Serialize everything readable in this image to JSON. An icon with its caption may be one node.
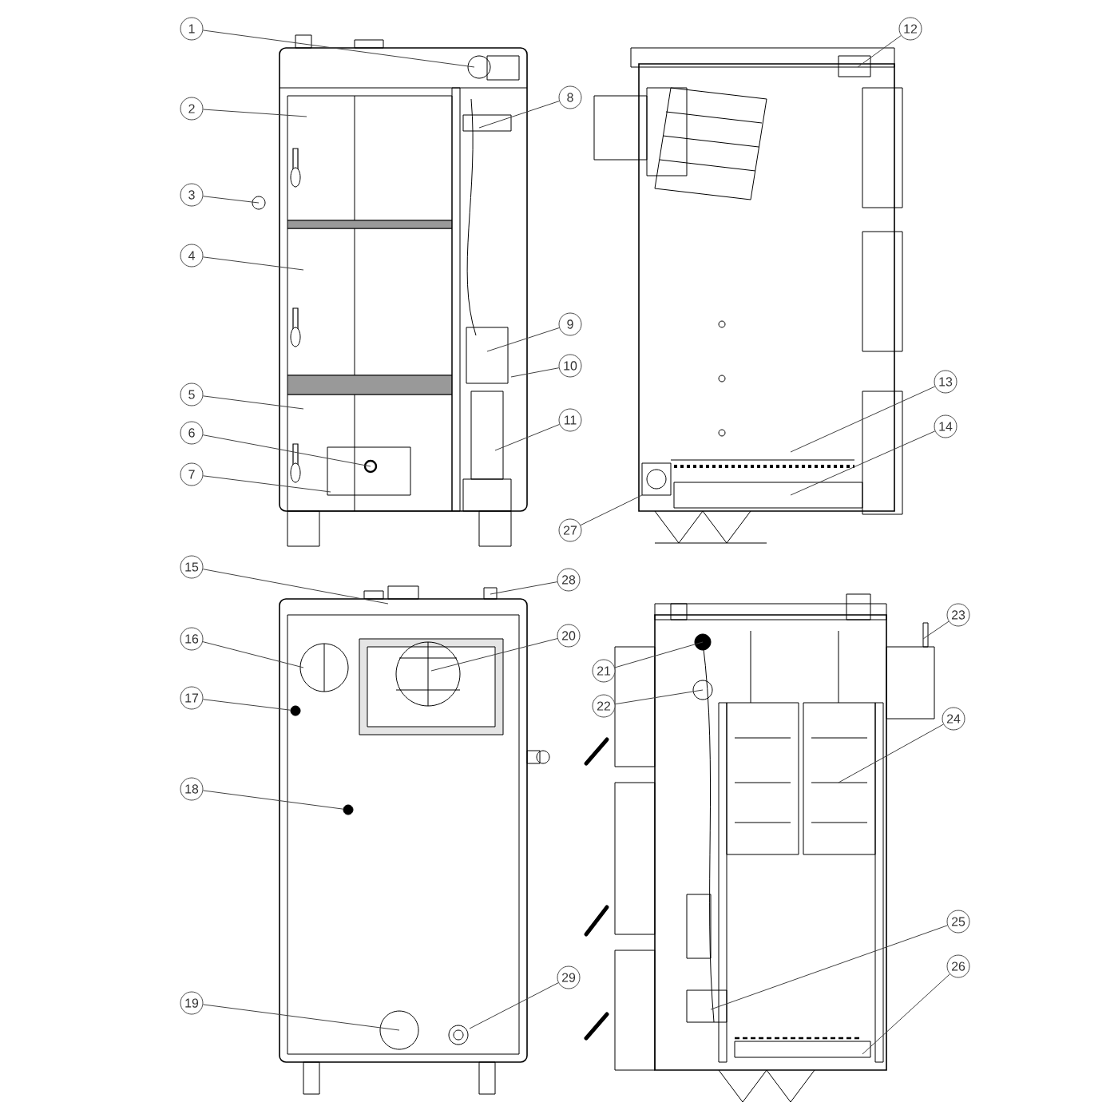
{
  "diagram": {
    "nodes": [
      {
        "text": [
          "1"
        ]
      },
      {
        "text": [
          "2"
        ]
      },
      {
        "text": [
          "3"
        ]
      },
      {
        "text": [
          "4"
        ]
      },
      {
        "text": [
          "5"
        ]
      },
      {
        "text": [
          "6"
        ]
      },
      {
        "text": [
          "7"
        ]
      },
      {
        "text": [
          "8"
        ]
      },
      {
        "text": [
          "9"
        ]
      },
      {
        "text": [
          "10"
        ]
      },
      {
        "text": [
          "11"
        ]
      },
      {
        "text": [
          "12"
        ]
      },
      {
        "text": [
          "13"
        ]
      },
      {
        "text": [
          "14"
        ]
      },
      {
        "text": [
          "15"
        ]
      },
      {
        "text": [
          "16"
        ]
      },
      {
        "text": [
          "17"
        ]
      },
      {
        "text": [
          "18"
        ]
      },
      {
        "text": [
          "19"
        ]
      },
      {
        "text": [
          "20"
        ]
      },
      {
        "text": [
          "21"
        ]
      },
      {
        "text": [
          "22"
        ]
      },
      {
        "text": [
          "23"
        ]
      },
      {
        "text": [
          "24"
        ]
      },
      {
        "text": [
          "25"
        ]
      },
      {
        "text": [
          "26"
        ]
      },
      {
        "text": [
          "27"
        ]
      },
      {
        "text": [
          "28"
        ]
      },
      {
        "text": [
          "29"
        ]
      },
      {
        "text": [],
        "shape": "circle"
      },
      {
        "text": [],
        "shape": "circle"
      }
    ],
    "edges": [
      {
        "from": 0,
        "to": null,
        "arrow": "none"
      },
      {
        "from": 1,
        "to": null,
        "arrow": "none"
      },
      {
        "from": 2,
        "to": null,
        "arrow": "none"
      },
      {
        "from": 3,
        "to": null,
        "arrow": "none"
      },
      {
        "from": 4,
        "to": null,
        "arrow": "none"
      },
      {
        "from": 5,
        "to": null,
        "arrow": "none"
      },
      {
        "from": 6,
        "to": null,
        "arrow": "none"
      },
      {
        "from": 7,
        "to": null,
        "arrow": "none"
      },
      {
        "from": 8,
        "to": null,
        "arrow": "none"
      },
      {
        "from": 9,
        "to": null,
        "arrow": "none"
      },
      {
        "from": 10,
        "to": null,
        "arrow": "none"
      },
      {
        "from": 11,
        "to": null,
        "arrow": "none"
      },
      {
        "from": 12,
        "to": null,
        "arrow": "none"
      },
      {
        "from": 13,
        "to": null,
        "arrow": "none"
      },
      {
        "from": 14,
        "to": null,
        "arrow": "none"
      },
      {
        "from": 15,
        "to": null,
        "arrow": "none"
      },
      {
        "from": 16,
        "to": 29,
        "arrow": "none"
      },
      {
        "from": 17,
        "to": 30,
        "arrow": "none"
      },
      {
        "from": 18,
        "to": null,
        "arrow": "none"
      },
      {
        "from": 19,
        "to": null,
        "arrow": "none"
      },
      {
        "from": 20,
        "to": null,
        "arrow": "none"
      },
      {
        "from": 21,
        "to": null,
        "arrow": "none"
      },
      {
        "from": 22,
        "to": null,
        "arrow": "none"
      },
      {
        "from": 23,
        "to": null,
        "arrow": "none"
      },
      {
        "from": 24,
        "to": null,
        "arrow": "none"
      },
      {
        "from": 25,
        "to": null,
        "arrow": "none"
      },
      {
        "from": 26,
        "to": null,
        "arrow": "none"
      },
      {
        "from": 27,
        "to": null,
        "arrow": "none"
      },
      {
        "from": 28,
        "to": null,
        "arrow": "none"
      }
    ]
  }
}
